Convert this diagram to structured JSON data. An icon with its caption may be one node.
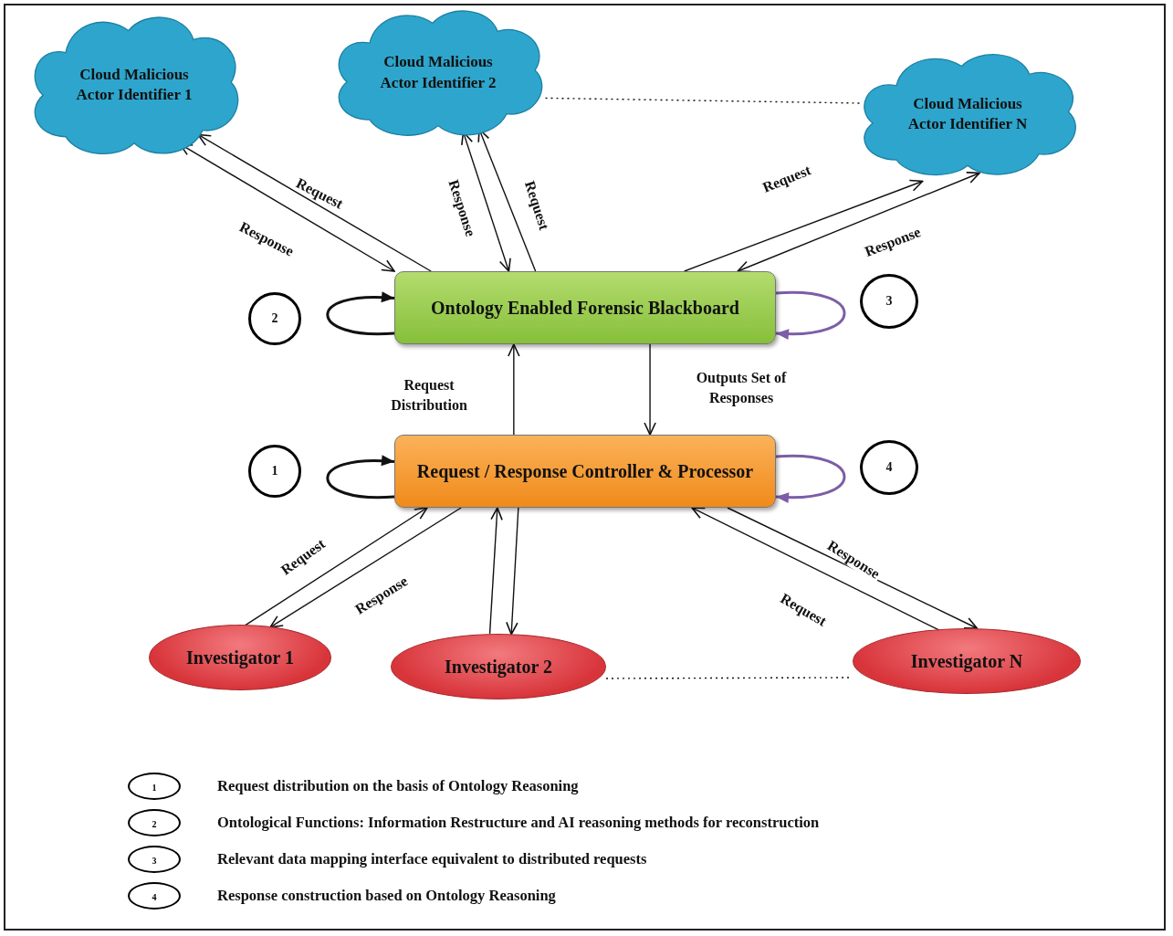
{
  "diagram": {
    "nodes": [
      {
        "text": [
          "Cloud Malicious Actor Identifier 1"
        ]
      },
      {
        "text": [
          "Cloud Malicious Actor Identifier 2"
        ]
      },
      {
        "text": [
          "Cloud Malicious Actor Identifier N"
        ]
      },
      {
        "text": [
          "Ontology Enabled Forensic Blackboard"
        ]
      },
      {
        "text": [
          "2"
        ]
      },
      {
        "text": [
          "3"
        ]
      },
      {
        "text": [
          "Request / Response Controller & Processor"
        ]
      },
      {
        "text": [
          "1"
        ]
      },
      {
        "text": [
          "4"
        ]
      },
      {
        "text": [
          "Investigator 1"
        ]
      },
      {
        "text": [
          "Investigator 2"
        ]
      },
      {
        "text": [
          "Investigator N"
        ]
      }
    ],
    "edges": [
      {
        "from": 3,
        "to": 0,
        "arrow": "to",
        "label": "Request"
      },
      {
        "from": 3,
        "to": 0,
        "arrow": "both",
        "label": "Response"
      },
      {
        "from": 3,
        "to": 1,
        "arrow": "both",
        "label": "Response"
      },
      {
        "from": 3,
        "to": 1,
        "arrow": "to",
        "label": "Request"
      },
      {
        "from": 3,
        "to": 2,
        "arrow": "to",
        "label": "Request"
      },
      {
        "from": 3,
        "to": 2,
        "arrow": "both",
        "label": "Response"
      },
      {
        "from": 1,
        "to": 2,
        "arrow": "none",
        "style": "dashed"
      },
      {
        "from": 3,
        "to": 3,
        "arrow": "to"
      },
      {
        "from": 3,
        "to": 3,
        "arrow": "to",
        "color": "#7b5ea7"
      },
      {
        "from": 6,
        "to": 3,
        "arrow": "to",
        "label": "Request Distribution"
      },
      {
        "from": 3,
        "to": 6,
        "arrow": "to",
        "label": "Outputs Set of Responses"
      },
      {
        "from": 6,
        "to": 6,
        "arrow": "to"
      },
      {
        "from": 6,
        "to": 6,
        "arrow": "to",
        "color": "#7b5ea7"
      },
      {
        "from": 9,
        "to": 6,
        "arrow": "to",
        "label": "Request"
      },
      {
        "from": 6,
        "to": 9,
        "arrow": "to",
        "label": "Response"
      },
      {
        "from": 10,
        "to": 6,
        "arrow": "to"
      },
      {
        "from": 6,
        "to": 10,
        "arrow": "to"
      },
      {
        "from": 11,
        "to": 6,
        "arrow": "to",
        "label": "Request"
      },
      {
        "from": 6,
        "to": 11,
        "arrow": "to",
        "label": "Response"
      },
      {
        "from": 10,
        "to": 11,
        "arrow": "none",
        "style": "dashed"
      }
    ],
    "labels": [
      "1",
      "2",
      "3",
      "4"
    ],
    "legend": [
      {
        "text": "Request distribution on the basis of Ontology Reasoning"
      },
      {
        "text": "Ontological Functions: Information Restructure and AI reasoning methods for reconstruction"
      },
      {
        "text": "Relevant data mapping interface equivalent to distributed requests"
      },
      {
        "text": "Response construction based on Ontology Reasoning"
      }
    ]
  }
}
